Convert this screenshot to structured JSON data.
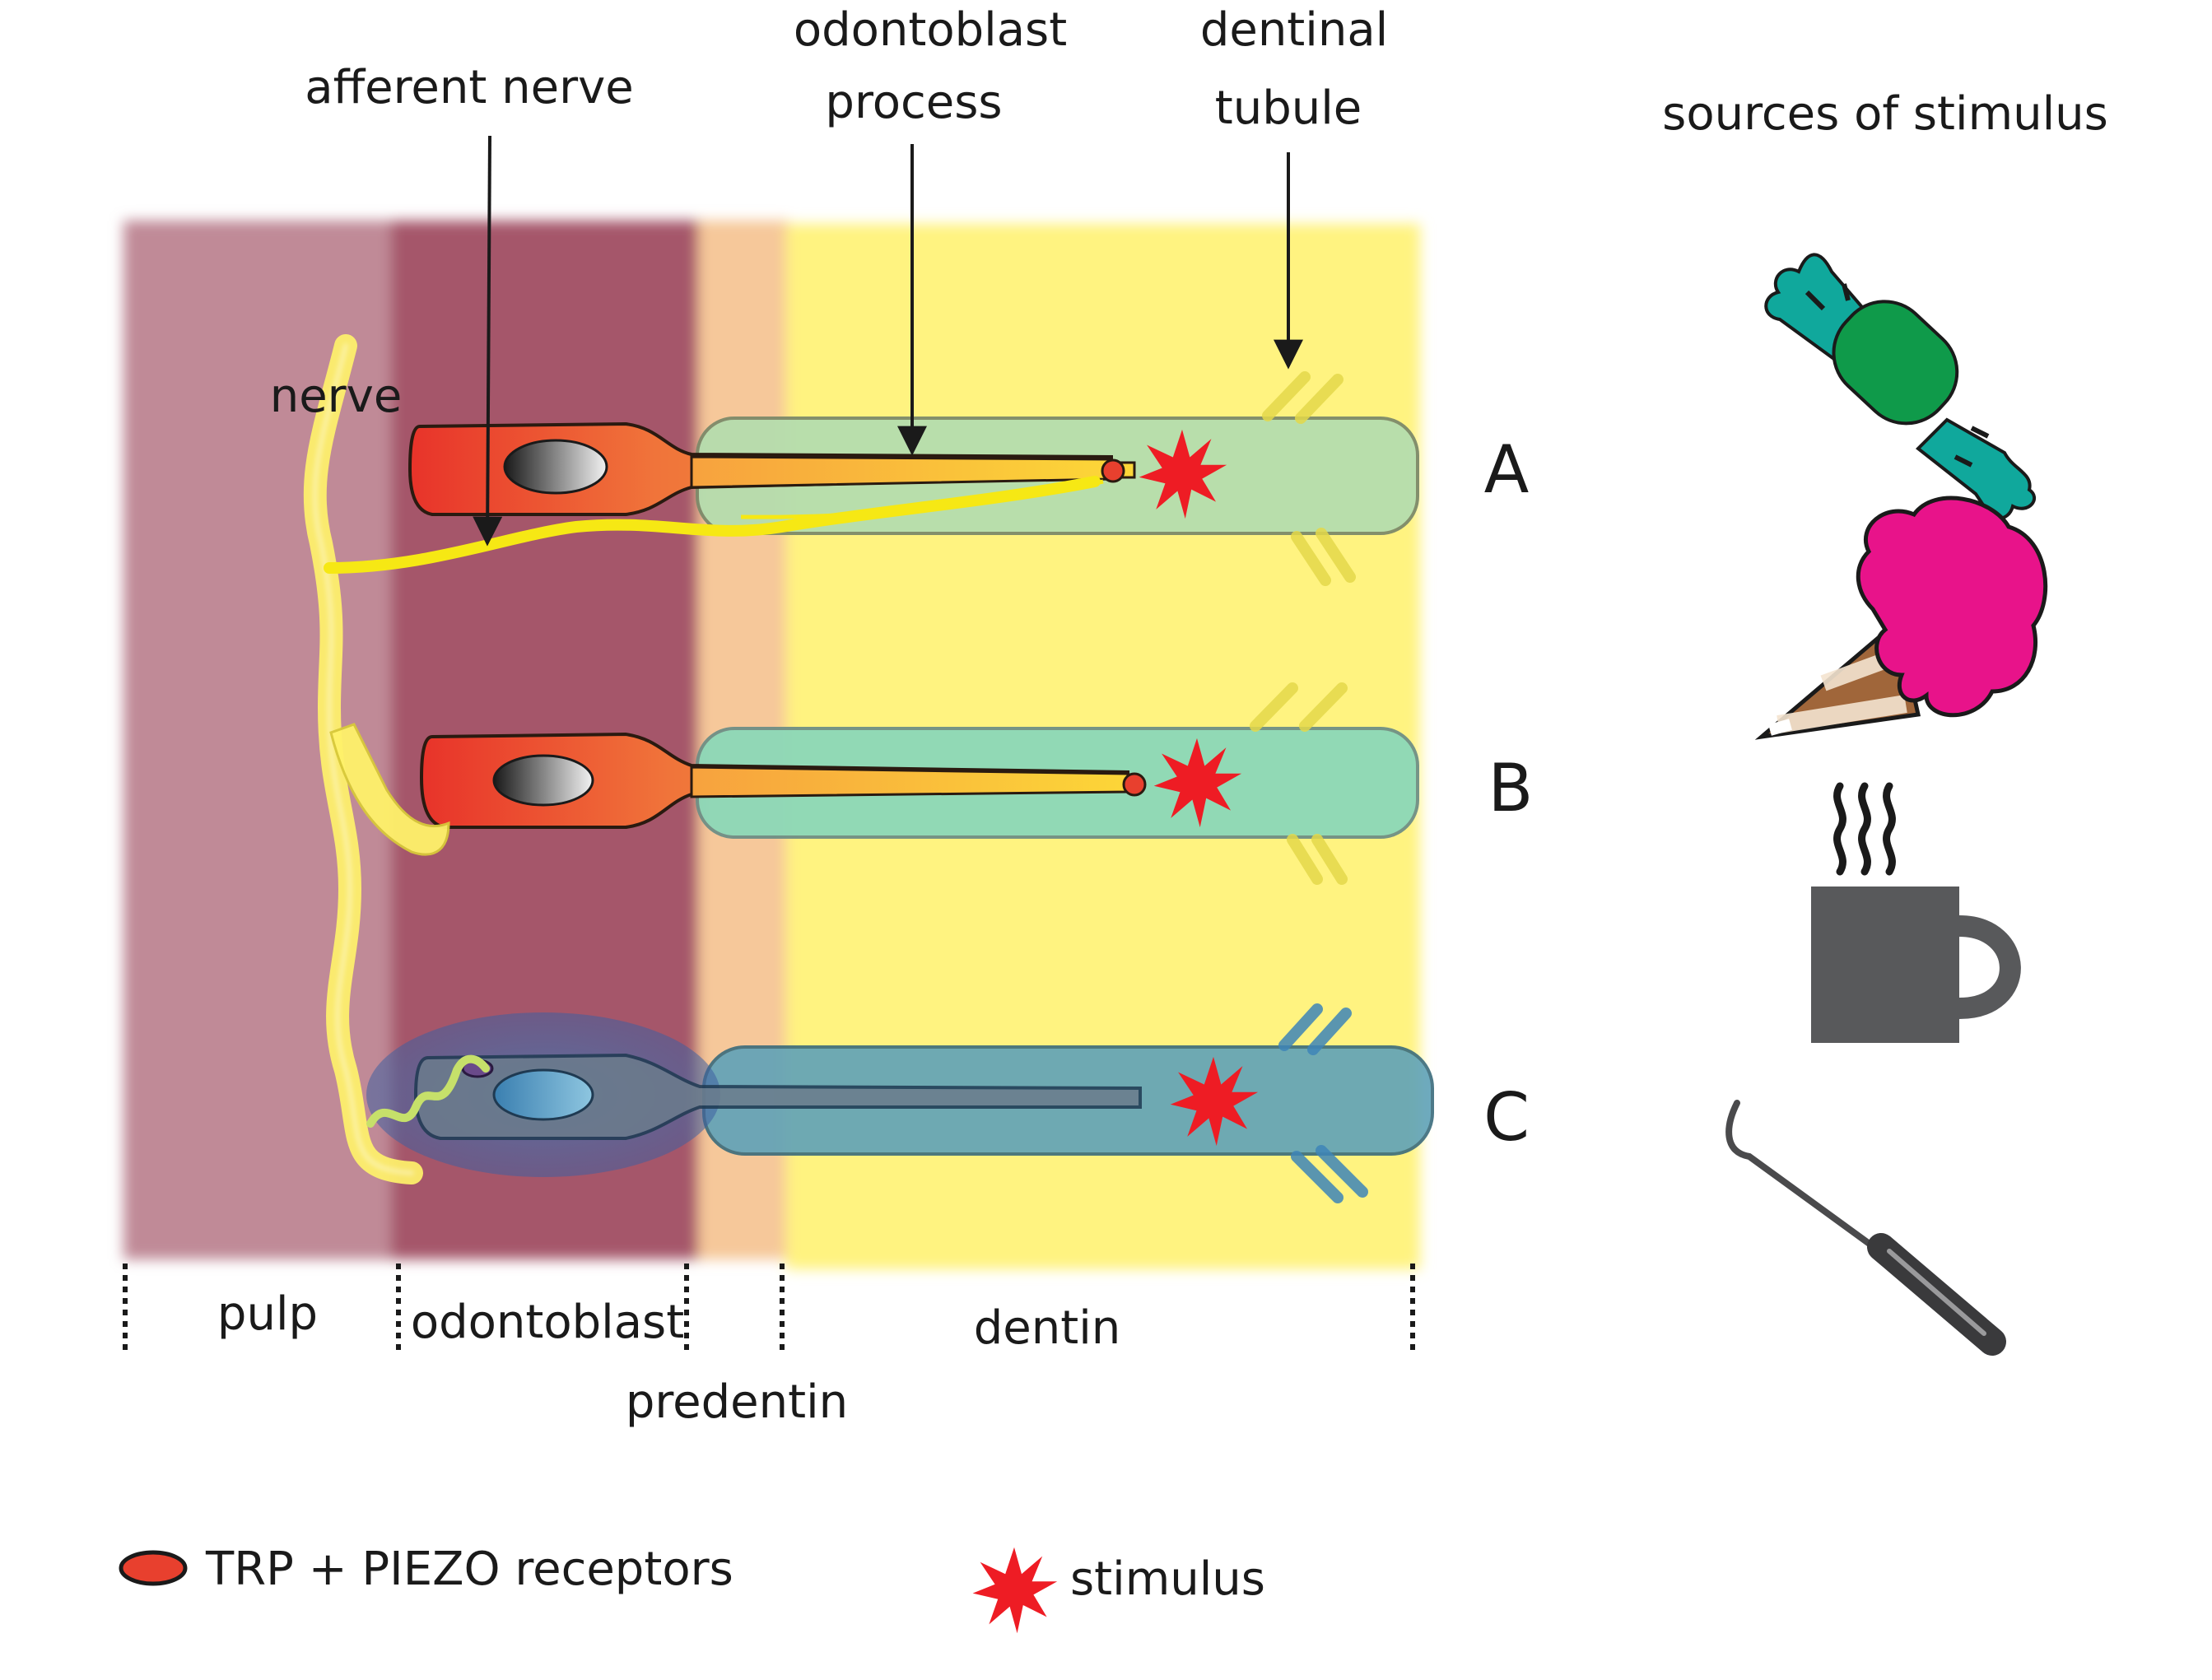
{
  "labels": {
    "afferent_nerve": "afferent nerve",
    "odontoblast_process_line1": "odontoblast",
    "odontoblast_process_line2": "process",
    "dentinal_tubule_line1": "dentinal",
    "dentinal_tubule_line2": "tubule",
    "sources_of_stimulus": "sources of stimulus",
    "nerve": "nerve"
  },
  "zones": {
    "pulp": "pulp",
    "odontoblast": "odontoblast",
    "predentin": "predentin",
    "dentin": "dentin"
  },
  "rows": [
    {
      "id": "A",
      "label": "A"
    },
    {
      "id": "B",
      "label": "B"
    },
    {
      "id": "C",
      "label": "C"
    }
  ],
  "sources": [
    {
      "name": "candy",
      "icon": "candy-icon"
    },
    {
      "name": "ice-cream",
      "icon": "ice-cream-icon"
    },
    {
      "name": "hot-cup",
      "icon": "hot-cup-icon"
    },
    {
      "name": "dental-probe",
      "icon": "dental-probe-icon"
    }
  ],
  "legend": {
    "receptors": "TRP + PIEZO receptors",
    "stimulus": "stimulus"
  },
  "colors": {
    "pulp": "#c08a97",
    "odontoblast_layer": "#a5566b",
    "predentin": "#f6c89a",
    "dentin": "#fff380",
    "cell_orange": "#f08a3a",
    "cell_red": "#e8402e",
    "nerve_yellow": "#fff26a",
    "tubule_green": "#b5ddae",
    "tubule_teal": "#8cd8b8",
    "tubule_blue": "#5fa2b8",
    "stimulus_red": "#ee1c24",
    "candy_green": "#0f9a4a",
    "candy_teal": "#10a89c",
    "ice_cream_pink": "#e8138a",
    "cup_grey": "#58595b"
  }
}
